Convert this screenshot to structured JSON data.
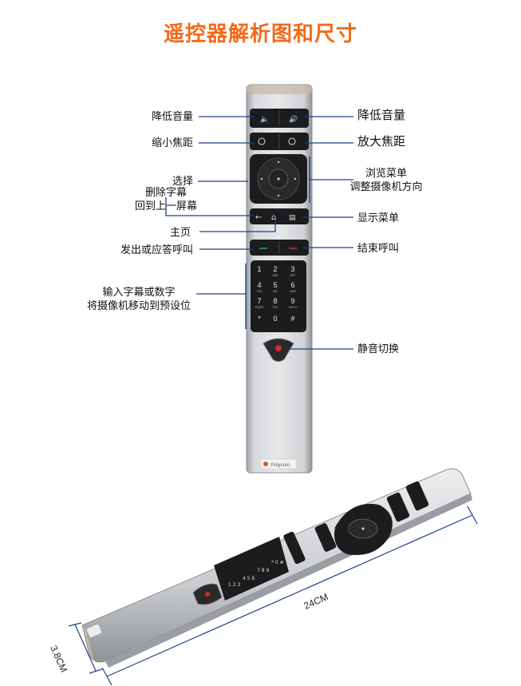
{
  "title": "遥控器解析图和尺寸",
  "colors": {
    "title": "#f26a1b",
    "line": "#1f3f8f",
    "mute_red": "#d22b2b",
    "green": "#2fa84f"
  },
  "labels": {
    "vol_down_left": "降低音量",
    "vol_down_right": "降低音量",
    "zoom_out": "缩小焦距",
    "zoom_in": "放大焦距",
    "select": "选择",
    "browse_line1": "浏览菜单",
    "browse_line2": "调整摄像机方向",
    "delete_line1": "删除字幕",
    "delete_line2": "回到上一屏幕",
    "home": "主页",
    "show_menu": "显示菜单",
    "call_answer": "发出或应答呼叫",
    "end_call": "结束呼叫",
    "keypad_line1": "输入字幕或数字",
    "keypad_line2": "将摄像机移动到预设位",
    "mute": "静音切换"
  },
  "keypad": [
    {
      "n": "1",
      "s": ""
    },
    {
      "n": "2",
      "s": "ABC"
    },
    {
      "n": "3",
      "s": "DEF"
    },
    {
      "n": "4",
      "s": "GHI"
    },
    {
      "n": "5",
      "s": "JKL"
    },
    {
      "n": "6",
      "s": "MNO"
    },
    {
      "n": "7",
      "s": "PQRS"
    },
    {
      "n": "8",
      "s": "TUV"
    },
    {
      "n": "9",
      "s": "WXYZ"
    },
    {
      "n": "*",
      "s": ""
    },
    {
      "n": "0",
      "s": ""
    },
    {
      "n": "#",
      "s": ""
    }
  ],
  "brand": "Polycom",
  "dimensions": {
    "length": "24CM",
    "width": "3.8CM"
  }
}
